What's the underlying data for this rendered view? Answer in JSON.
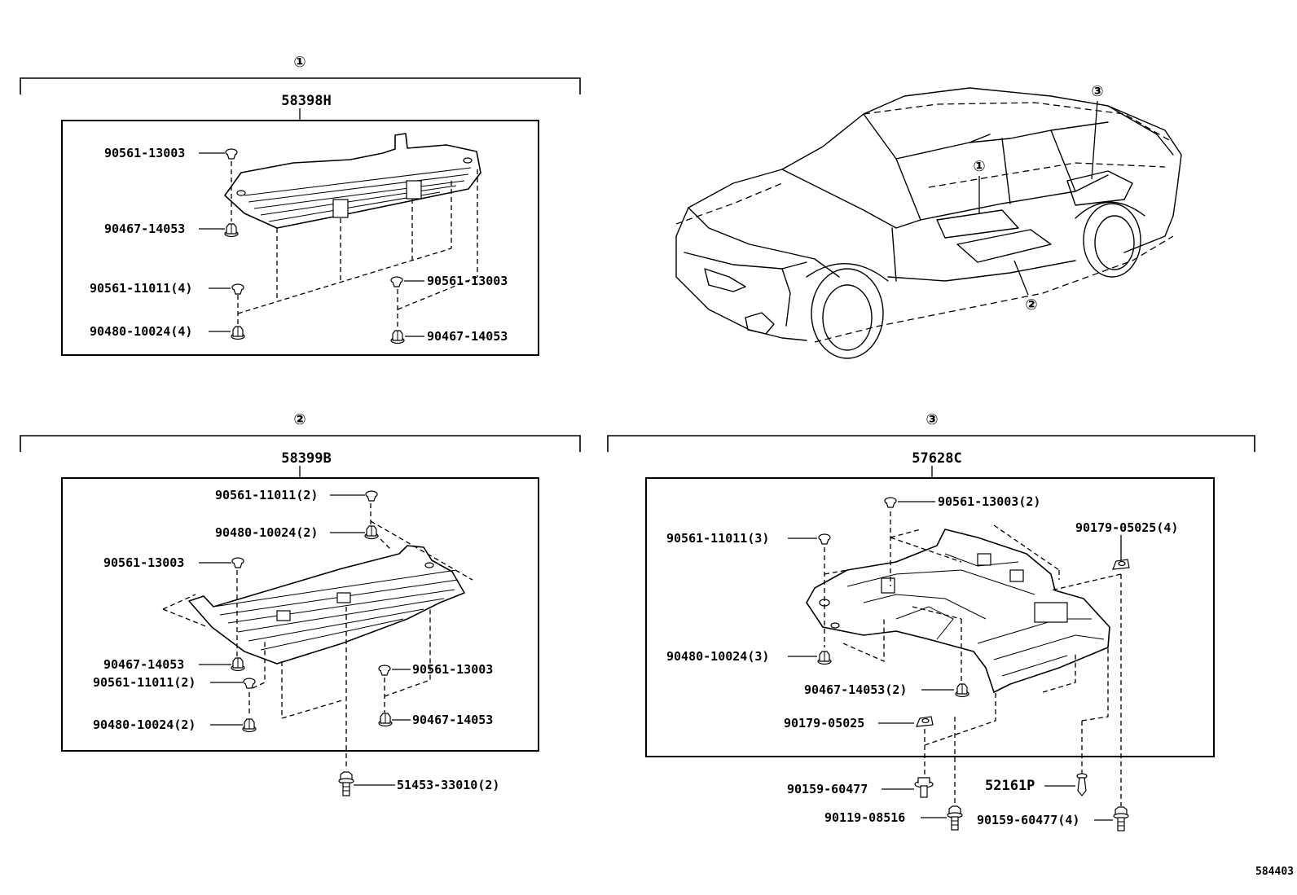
{
  "diagram_id": "584403",
  "sections": {
    "s1": {
      "marker": "①",
      "assembly": "58398H",
      "parts": {
        "a": "90561-13003",
        "b": "90467-14053",
        "c": "90561-11011(4)",
        "d": "90480-10024(4)",
        "e": "90561-13003",
        "f": "90467-14053"
      }
    },
    "s2": {
      "marker": "②",
      "assembly": "58399B",
      "parts": {
        "a": "90561-11011(2)",
        "b": "90480-10024(2)",
        "c": "90561-13003",
        "d": "90467-14053",
        "e": "90561-11011(2)",
        "f": "90480-10024(2)",
        "g": "90561-13003",
        "h": "90467-14053",
        "i": "51453-33010(2)"
      }
    },
    "s3": {
      "marker": "③",
      "assembly": "57628C",
      "parts": {
        "a": "90561-13003(2)",
        "b": "90561-11011(3)",
        "c": "90179-05025(4)",
        "d": "90480-10024(3)",
        "e": "90467-14053(2)",
        "f": "90179-05025",
        "g": "90159-60477",
        "h": "52161P",
        "i": "90119-08516",
        "j": "90159-60477(4)"
      }
    }
  },
  "car_markers": [
    "①",
    "②",
    "③"
  ],
  "icons": [
    "flange-nut-icon",
    "clip-icon",
    "bolt-icon",
    "push-rivet-icon"
  ]
}
